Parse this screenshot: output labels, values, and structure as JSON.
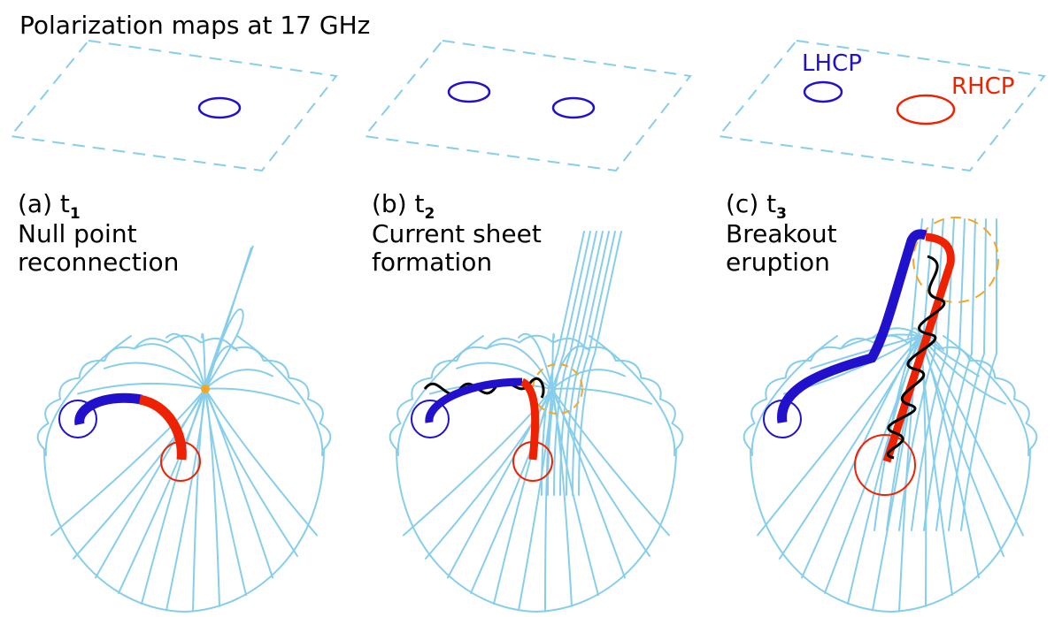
{
  "title": "Polarization maps at 17 GHz",
  "legend": {
    "lhcp": "LHCP",
    "rhcp": "RHCP"
  },
  "panels": [
    {
      "id": "a",
      "label": "(a) t",
      "subscript": "1",
      "line1": "Null point",
      "line2": "reconnection"
    },
    {
      "id": "b",
      "label": "(b) t",
      "subscript": "2",
      "line1": "Current sheet",
      "line2": "formation"
    },
    {
      "id": "c",
      "label": "(c) t",
      "subscript": "3",
      "line1": "Breakout",
      "line2": "eruption"
    }
  ],
  "colors": {
    "field_lines": "#87ceeb",
    "lhcp": "#2211cc",
    "rhcp": "#ee2200",
    "null_point": "#f5a623",
    "twisted_rope": "#000000",
    "text": "#000000"
  }
}
